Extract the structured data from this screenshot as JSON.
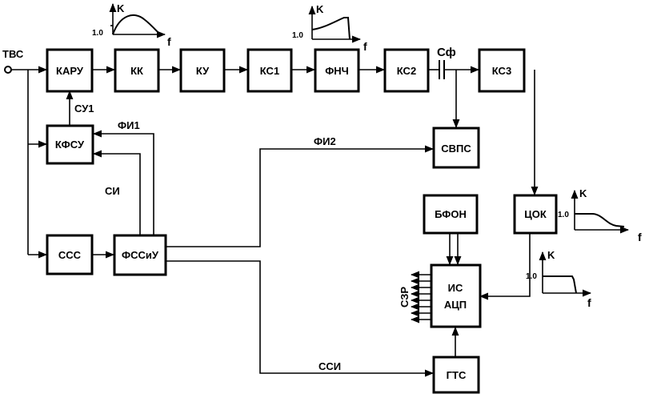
{
  "input_label": "ТВС",
  "blocks": {
    "karu": "КАРУ",
    "kk": "КК",
    "ku": "КУ",
    "ks1": "КС1",
    "fnch": "ФНЧ",
    "ks2": "КС2",
    "ks3": "КС3",
    "kfsu": "КФСУ",
    "svps": "СВПС",
    "bfon": "БФОН",
    "tsok": "ЦОК",
    "sss": "ССС",
    "fssiu": "ФССиУ",
    "is_acp_line1": "ИС",
    "is_acp_line2": "АЦП",
    "gts": "ГТС"
  },
  "signals": {
    "su1": "СУ1",
    "fi1": "ФИ1",
    "fi2": "ФИ2",
    "si": "СИ",
    "ssi": "ССИ",
    "szr": "СЗР",
    "capacitor": "Сф"
  },
  "response_graphs": [
    {
      "axis_y": "K",
      "axis_x": "f",
      "level": "1.0",
      "shape": "bell"
    },
    {
      "axis_y": "K",
      "axis_x": "f",
      "level": "1.0",
      "shape": "rising-cutoff"
    },
    {
      "axis_y": "K",
      "axis_x": "f",
      "level": "1.0",
      "shape": "flat-rolloff"
    },
    {
      "axis_y": "K",
      "axis_x": "f",
      "level": "1.0",
      "shape": "flat-cutoff"
    }
  ]
}
